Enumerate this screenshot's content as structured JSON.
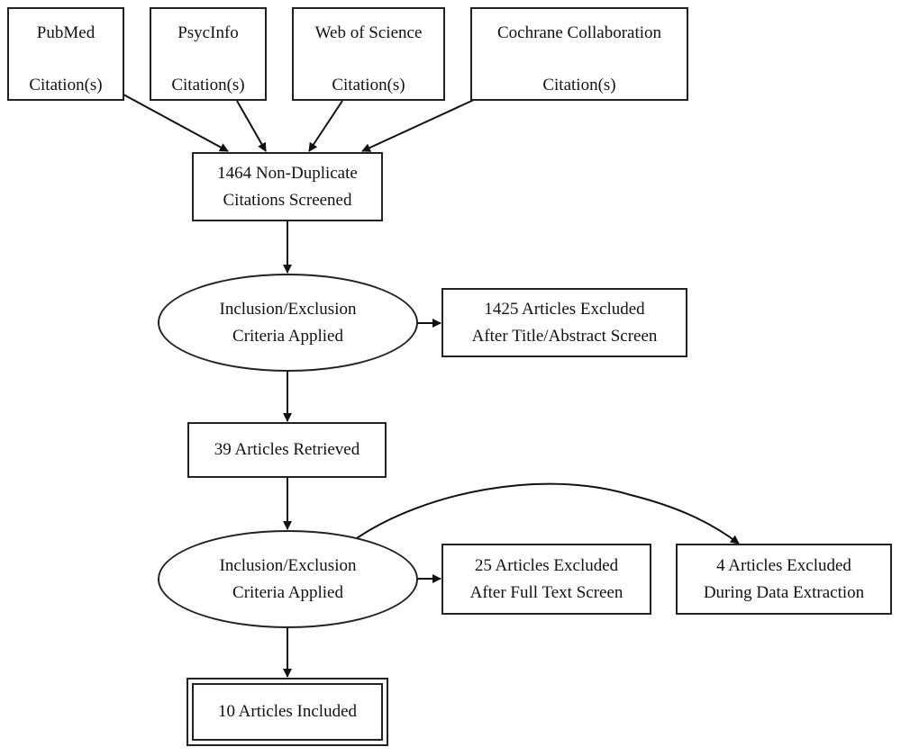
{
  "sources": [
    {
      "name": "PubMed",
      "sub": "Citation(s)"
    },
    {
      "name": "PsycInfo",
      "sub": "Citation(s)"
    },
    {
      "name": "Web of Science",
      "sub": "Citation(s)"
    },
    {
      "name": "Cochrane Collaboration",
      "sub": "Citation(s)"
    }
  ],
  "screened": {
    "line1": "1464 Non-Duplicate",
    "line2": "Citations Screened"
  },
  "criteria_1": {
    "line1": "Inclusion/Exclusion",
    "line2": "Criteria Applied"
  },
  "excluded_title_abstract": {
    "line1": "1425 Articles Excluded",
    "line2": "After Title/Abstract Screen"
  },
  "retrieved": {
    "label": "39 Articles Retrieved"
  },
  "criteria_2": {
    "line1": "Inclusion/Exclusion",
    "line2": "Criteria Applied"
  },
  "excluded_full_text": {
    "line1": "25 Articles Excluded",
    "line2": "After Full Text Screen"
  },
  "excluded_data_extraction": {
    "line1": "4 Articles Excluded",
    "line2": "During Data Extraction"
  },
  "included": {
    "label": "10 Articles Included"
  }
}
